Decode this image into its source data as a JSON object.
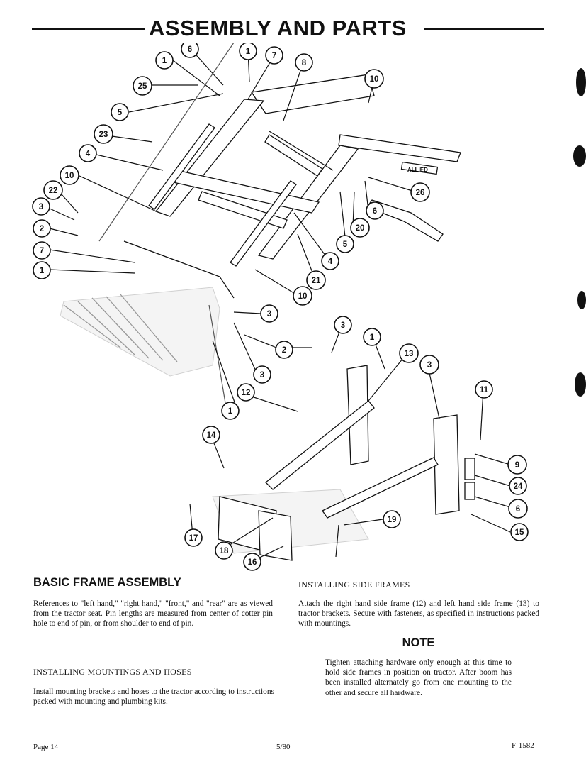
{
  "header": {
    "title": "ASSEMBLY AND PARTS"
  },
  "diagram": {
    "callouts": [
      "1",
      "6",
      "1",
      "7",
      "8",
      "10",
      "25",
      "5",
      "23",
      "4",
      "10",
      "22",
      "3",
      "2",
      "7",
      "1",
      "26",
      "6",
      "20",
      "5",
      "4",
      "21",
      "10",
      "3",
      "2",
      "3",
      "1",
      "3",
      "1",
      "12",
      "13",
      "3",
      "11",
      "14",
      "9",
      "24",
      "6",
      "15",
      "19",
      "17",
      "18",
      "16"
    ],
    "decal_text": "ALLIED"
  },
  "left_column": {
    "heading": "BASIC FRAME ASSEMBLY",
    "intro": "References to \"left hand,\" \"right hand,\" \"front,\" and \"rear\" are as viewed from the tractor seat. Pin lengths are measured from center of cotter pin hole to end of pin, or from shoulder to end of pin.",
    "subheading": "INSTALLING MOUNTINGS AND HOSES",
    "mountings_text": "Install mounting brackets and hoses to the tractor according to instructions packed with mounting and plumbing kits."
  },
  "right_column": {
    "subheading": "INSTALLING SIDE FRAMES",
    "side_frames_text": "Attach the right hand side frame (12) and left hand side frame (13) to tractor brackets. Secure with fasteners, as specified in instructions packed with mountings.",
    "note_heading": "NOTE",
    "note_text": "Tighten attaching hardware only enough at this time to hold side frames in position on tractor. After boom has been installed alternately go from one mounting to the other and secure all hardware."
  },
  "footer": {
    "page": "Page 14",
    "date": "5/80",
    "form_number": "F-1582"
  }
}
